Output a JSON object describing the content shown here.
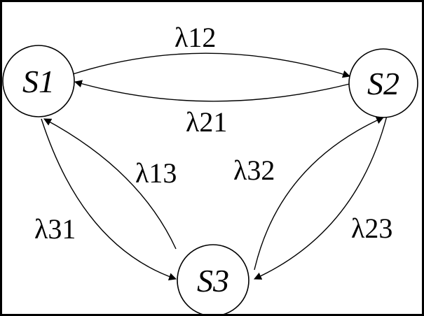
{
  "nodes": {
    "s1": {
      "label": "S1"
    },
    "s2": {
      "label": "S2"
    },
    "s3": {
      "label": "S3"
    }
  },
  "edges": {
    "s1_to_s2": {
      "label": "λ12"
    },
    "s2_to_s1": {
      "label": "λ21"
    },
    "s1_to_s3": {
      "label": "λ13"
    },
    "s3_to_s1": {
      "label": "λ31"
    },
    "s2_to_s3": {
      "label": "λ23"
    },
    "s3_to_s2": {
      "label": "λ32"
    }
  },
  "colors": {
    "stroke": "#000000",
    "background": "#ffffff"
  }
}
